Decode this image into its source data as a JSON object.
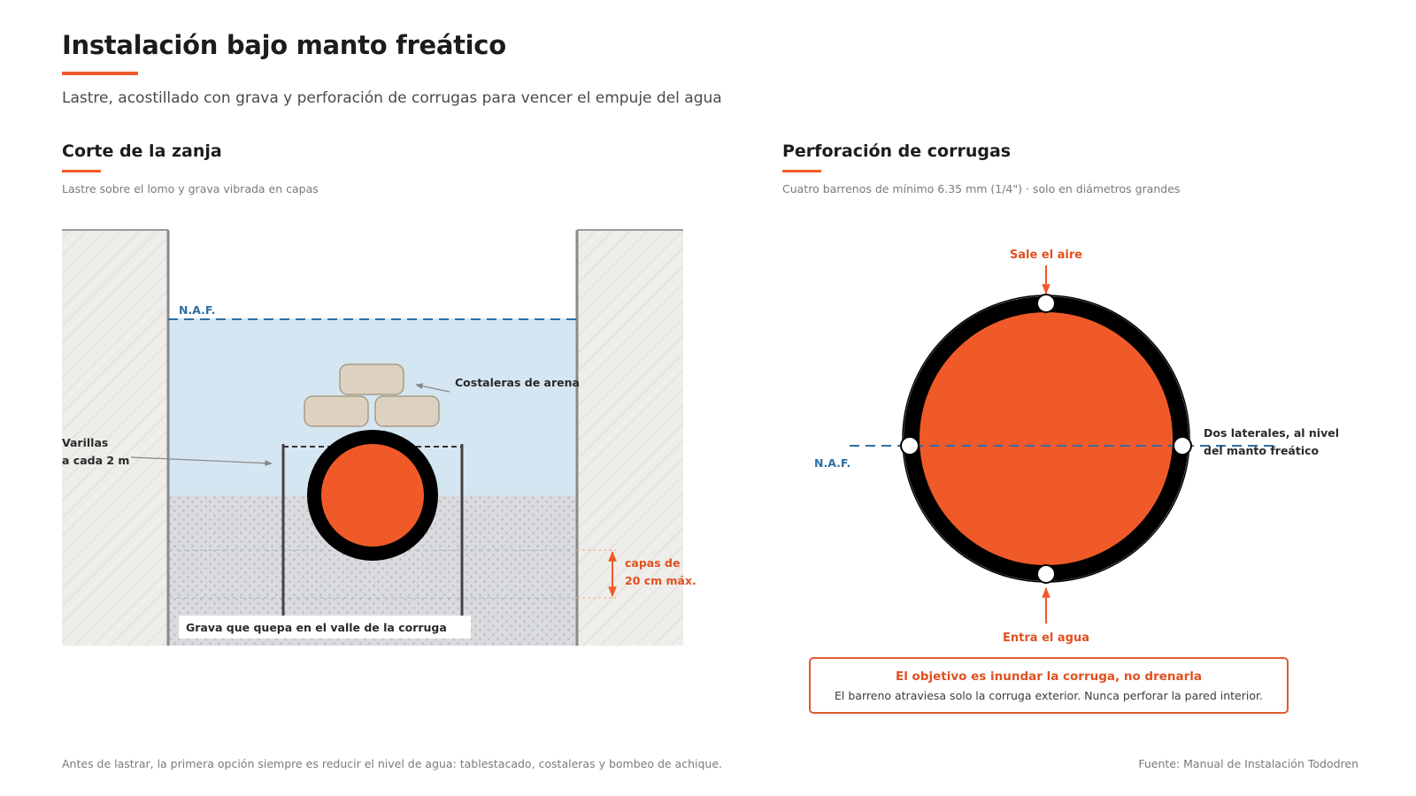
{
  "page": {
    "title": "Instalación bajo manto freático",
    "subtitle": "Lastre, acostillado con grava y perforación de corrugas para vencer el empuje del agua",
    "footnote": "Antes de lastrar, la primera opción siempre es reducir el nivel de agua: tablestacado, costaleras y bombeo de achique.",
    "source": "Fuente: Manual de Instalación Tododren"
  },
  "trench": {
    "heading": "Corte de la zanja",
    "subheading": "Lastre sobre el lomo y grava vibrada en capas",
    "naf_label": "N.A.F.",
    "sandbags_label": "Costaleras de arena",
    "rods_label_1": "Varillas",
    "rods_label_2": "a cada 2 m",
    "layers_label_1": "capas de",
    "layers_label_2": "20 cm máx.",
    "gravel_label": "Grava que quepa en el valle de la corruga"
  },
  "perforation": {
    "heading": "Perforación de corrugas",
    "subheading": "Cuatro barrenos de mínimo 6.35 mm (1/4\") · solo en diámetros grandes",
    "air_label": "Sale el aire",
    "water_label": "Entra el agua",
    "sides_label_1": "Dos laterales, al nivel",
    "sides_label_2": "del manto freático",
    "naf_label": "N.A.F.",
    "note_title": "El objetivo es inundar la corruga, no drenarla",
    "note_body": "El barreno atraviesa solo la corruga exterior. Nunca perforar la pared interior."
  },
  "colors": {
    "accent": "#f05a28",
    "water": "#d4e6f1",
    "naf_line": "#2d6fa3",
    "gravel": "#d8dadd",
    "sandbag": "#ddd2c0",
    "pipe_wall": "#000000",
    "soil": "#efedea"
  }
}
